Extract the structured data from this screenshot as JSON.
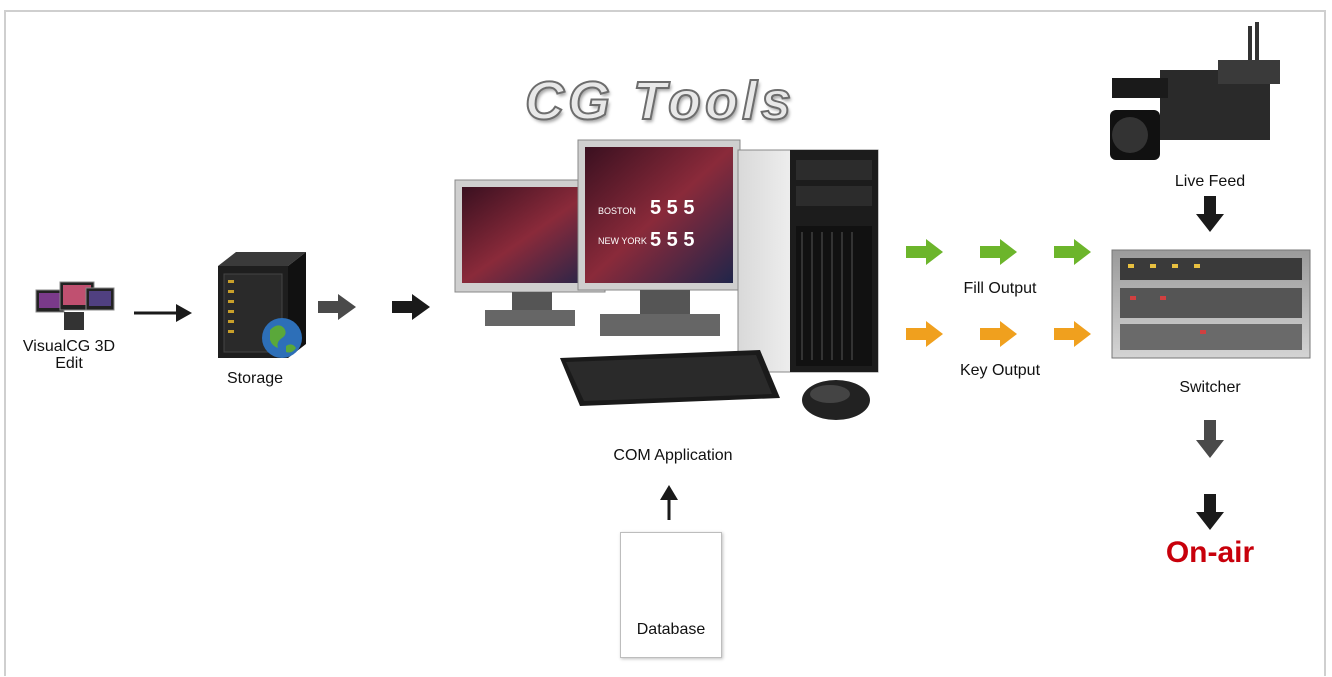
{
  "title": "CG Tools",
  "nodes": {
    "visualcg": {
      "label_line1": "VisualCG 3D",
      "label_line2": "Edit"
    },
    "storage": {
      "label": "Storage"
    },
    "com_app": {
      "label": "COM Application"
    },
    "database": {
      "label": "Database"
    },
    "fill_output": {
      "label": "Fill Output"
    },
    "key_output": {
      "label": "Key Output"
    },
    "live_feed": {
      "label": "Live Feed"
    },
    "switcher": {
      "label": "Switcher"
    },
    "on_air": {
      "label": "On-air"
    }
  },
  "monitor_text": {
    "scores": "5 5 5"
  },
  "colors": {
    "fill_arrow": "#6cb52b",
    "key_arrow": "#f0a01e",
    "on_air": "#c8000b",
    "dark_arrow": "#1a1a1a",
    "gray_arrow": "#4a4a4a"
  }
}
